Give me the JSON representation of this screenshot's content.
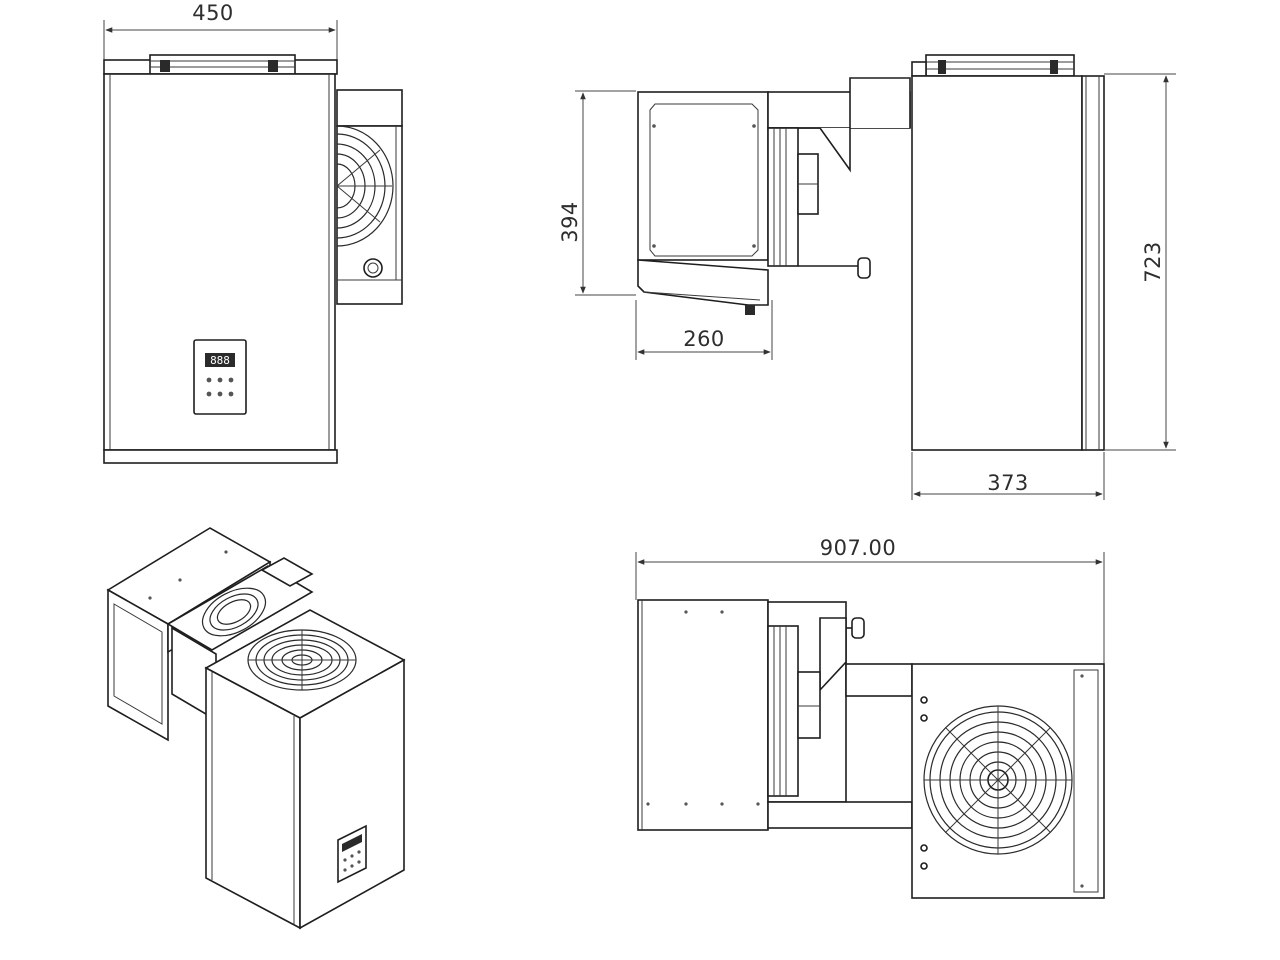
{
  "dimensions": {
    "front_width": "450",
    "side_height": "723",
    "side_depth": "373",
    "evap_height": "394",
    "evap_depth": "260",
    "top_total": "907.00"
  },
  "controller_display": "888",
  "colors": {
    "line": "#1e1e1e",
    "background": "#ffffff"
  }
}
